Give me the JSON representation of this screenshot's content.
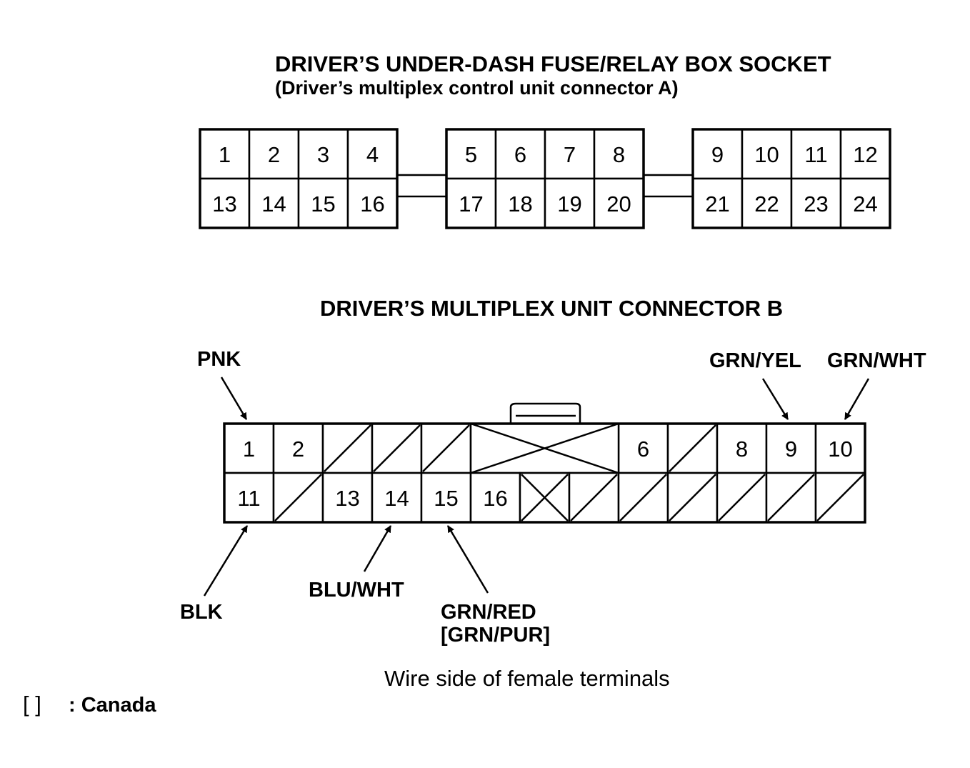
{
  "connector_a": {
    "title": "DRIVER’S UNDER-DASH FUSE/RELAY BOX SOCKET",
    "subtitle": "(Driver’s multiplex control unit connector A)",
    "blocks": [
      {
        "top": [
          "1",
          "2",
          "3",
          "4"
        ],
        "bottom": [
          "13",
          "14",
          "15",
          "16"
        ]
      },
      {
        "top": [
          "5",
          "6",
          "7",
          "8"
        ],
        "bottom": [
          "17",
          "18",
          "19",
          "20"
        ]
      },
      {
        "top": [
          "9",
          "10",
          "11",
          "12"
        ],
        "bottom": [
          "21",
          "22",
          "23",
          "24"
        ]
      }
    ]
  },
  "connector_b": {
    "title": "DRIVER’S MULTIPLEX UNIT CONNECTOR B",
    "top_row": [
      "1",
      "2",
      "",
      "",
      "",
      "",
      "",
      "",
      "6",
      "",
      "8",
      "9",
      "10"
    ],
    "bottom_row": [
      "11",
      "",
      "13",
      "14",
      "15",
      "16",
      "",
      "",
      "",
      "",
      "",
      "",
      ""
    ],
    "wire_labels": {
      "pnk": "PNK",
      "grn_yel": "GRN/YEL",
      "grn_wht": "GRN/WHT",
      "blk": "BLK",
      "blu_wht": "BLU/WHT",
      "grn_red": "GRN/RED",
      "grn_pur": "[GRN/PUR]"
    }
  },
  "caption": "Wire side of female terminals",
  "legend": {
    "symbol": "[ ]",
    "text": ": Canada"
  }
}
